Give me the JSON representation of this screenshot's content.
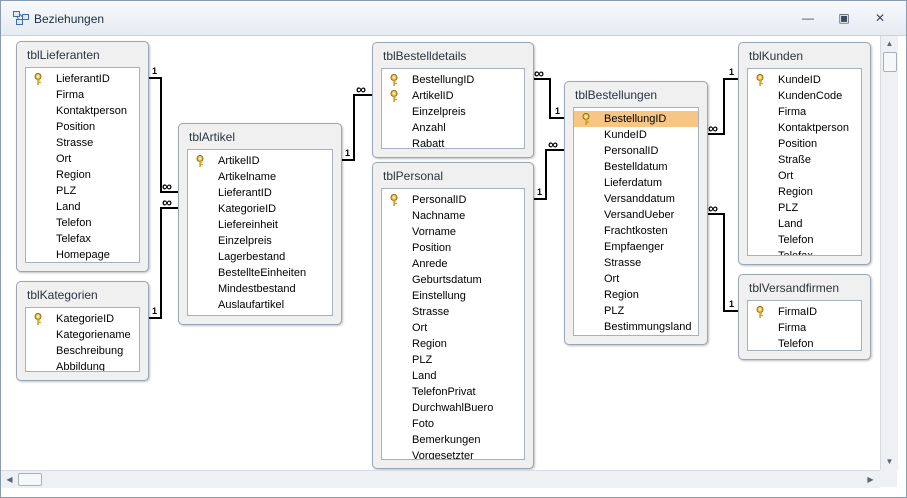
{
  "window": {
    "title": "Beziehungen",
    "minimize_glyph": "—",
    "restore_glyph": "▣",
    "close_glyph": "✕"
  },
  "tables": [
    {
      "id": "lieferanten",
      "title": "tblLieferanten",
      "fields": [
        {
          "name": "LieferantID",
          "key": true
        },
        {
          "name": "Firma"
        },
        {
          "name": "Kontaktperson"
        },
        {
          "name": "Position"
        },
        {
          "name": "Strasse"
        },
        {
          "name": "Ort"
        },
        {
          "name": "Region"
        },
        {
          "name": "PLZ"
        },
        {
          "name": "Land"
        },
        {
          "name": "Telefon"
        },
        {
          "name": "Telefax"
        },
        {
          "name": "Homepage"
        }
      ]
    },
    {
      "id": "kategorien",
      "title": "tblKategorien",
      "fields": [
        {
          "name": "KategorieID",
          "key": true
        },
        {
          "name": "Kategoriename"
        },
        {
          "name": "Beschreibung"
        },
        {
          "name": "Abbildung"
        }
      ]
    },
    {
      "id": "artikel",
      "title": "tblArtikel",
      "fields": [
        {
          "name": "ArtikelID",
          "key": true
        },
        {
          "name": "Artikelname"
        },
        {
          "name": "LieferantID"
        },
        {
          "name": "KategorieID"
        },
        {
          "name": "Liefereinheit"
        },
        {
          "name": "Einzelpreis"
        },
        {
          "name": "Lagerbestand"
        },
        {
          "name": "BestellteEinheiten"
        },
        {
          "name": "Mindestbestand"
        },
        {
          "name": "Auslaufartikel"
        }
      ]
    },
    {
      "id": "bestelldetails",
      "title": "tblBestelldetails",
      "fields": [
        {
          "name": "BestellungID",
          "key": true
        },
        {
          "name": "ArtikelID",
          "key": true
        },
        {
          "name": "Einzelpreis"
        },
        {
          "name": "Anzahl"
        },
        {
          "name": "Rabatt"
        }
      ]
    },
    {
      "id": "personal",
      "title": "tblPersonal",
      "fields": [
        {
          "name": "PersonalID",
          "key": true
        },
        {
          "name": "Nachname"
        },
        {
          "name": "Vorname"
        },
        {
          "name": "Position"
        },
        {
          "name": "Anrede"
        },
        {
          "name": "Geburtsdatum"
        },
        {
          "name": "Einstellung"
        },
        {
          "name": "Strasse"
        },
        {
          "name": "Ort"
        },
        {
          "name": "Region"
        },
        {
          "name": "PLZ"
        },
        {
          "name": "Land"
        },
        {
          "name": "TelefonPrivat"
        },
        {
          "name": "DurchwahlBuero"
        },
        {
          "name": "Foto"
        },
        {
          "name": "Bemerkungen"
        },
        {
          "name": "Vorgesetzter"
        }
      ]
    },
    {
      "id": "bestellungen",
      "title": "tblBestellungen",
      "fields": [
        {
          "name": "BestellungID",
          "key": true,
          "selected": true
        },
        {
          "name": "KundeID"
        },
        {
          "name": "PersonalID"
        },
        {
          "name": "Bestelldatum"
        },
        {
          "name": "Lieferdatum"
        },
        {
          "name": "Versanddatum"
        },
        {
          "name": "VersandUeber"
        },
        {
          "name": "Frachtkosten"
        },
        {
          "name": "Empfaenger"
        },
        {
          "name": "Strasse"
        },
        {
          "name": "Ort"
        },
        {
          "name": "Region"
        },
        {
          "name": "PLZ"
        },
        {
          "name": "Bestimmungsland"
        }
      ]
    },
    {
      "id": "kunden",
      "title": "tblKunden",
      "fields": [
        {
          "name": "KundeID",
          "key": true
        },
        {
          "name": "KundenCode"
        },
        {
          "name": "Firma"
        },
        {
          "name": "Kontaktperson"
        },
        {
          "name": "Position"
        },
        {
          "name": "Straße"
        },
        {
          "name": "Ort"
        },
        {
          "name": "Region"
        },
        {
          "name": "PLZ"
        },
        {
          "name": "Land"
        },
        {
          "name": "Telefon"
        },
        {
          "name": "Telefax"
        }
      ]
    },
    {
      "id": "versandfirmen",
      "title": "tblVersandfirmen",
      "fields": [
        {
          "name": "FirmaID",
          "key": true
        },
        {
          "name": "Firma"
        },
        {
          "name": "Telefon"
        }
      ]
    }
  ],
  "relationships": [
    {
      "from": "lieferanten",
      "from_field": "LieferantID",
      "from_card": "1",
      "to": "artikel",
      "to_field": "LieferantID",
      "to_card": "∞"
    },
    {
      "from": "kategorien",
      "from_field": "KategorieID",
      "from_card": "1",
      "to": "artikel",
      "to_field": "KategorieID",
      "to_card": "∞"
    },
    {
      "from": "artikel",
      "from_field": "ArtikelID",
      "from_card": "1",
      "to": "bestelldetails",
      "to_field": "ArtikelID",
      "to_card": "∞"
    },
    {
      "from": "bestellungen",
      "from_field": "BestellungID",
      "from_card": "1",
      "to": "bestelldetails",
      "to_field": "BestellungID",
      "to_card": "∞"
    },
    {
      "from": "personal",
      "from_field": "PersonalID",
      "from_card": "1",
      "to": "bestellungen",
      "to_field": "PersonalID",
      "to_card": "∞"
    },
    {
      "from": "kunden",
      "from_field": "KundeID",
      "from_card": "1",
      "to": "bestellungen",
      "to_field": "KundeID",
      "to_card": "∞"
    },
    {
      "from": "versandfirmen",
      "from_field": "FirmaID",
      "from_card": "1",
      "to": "bestellungen",
      "to_field": "VersandUeber",
      "to_card": "∞"
    }
  ],
  "icons": {
    "app": "relationships-icon",
    "key": "primary-key-icon"
  }
}
